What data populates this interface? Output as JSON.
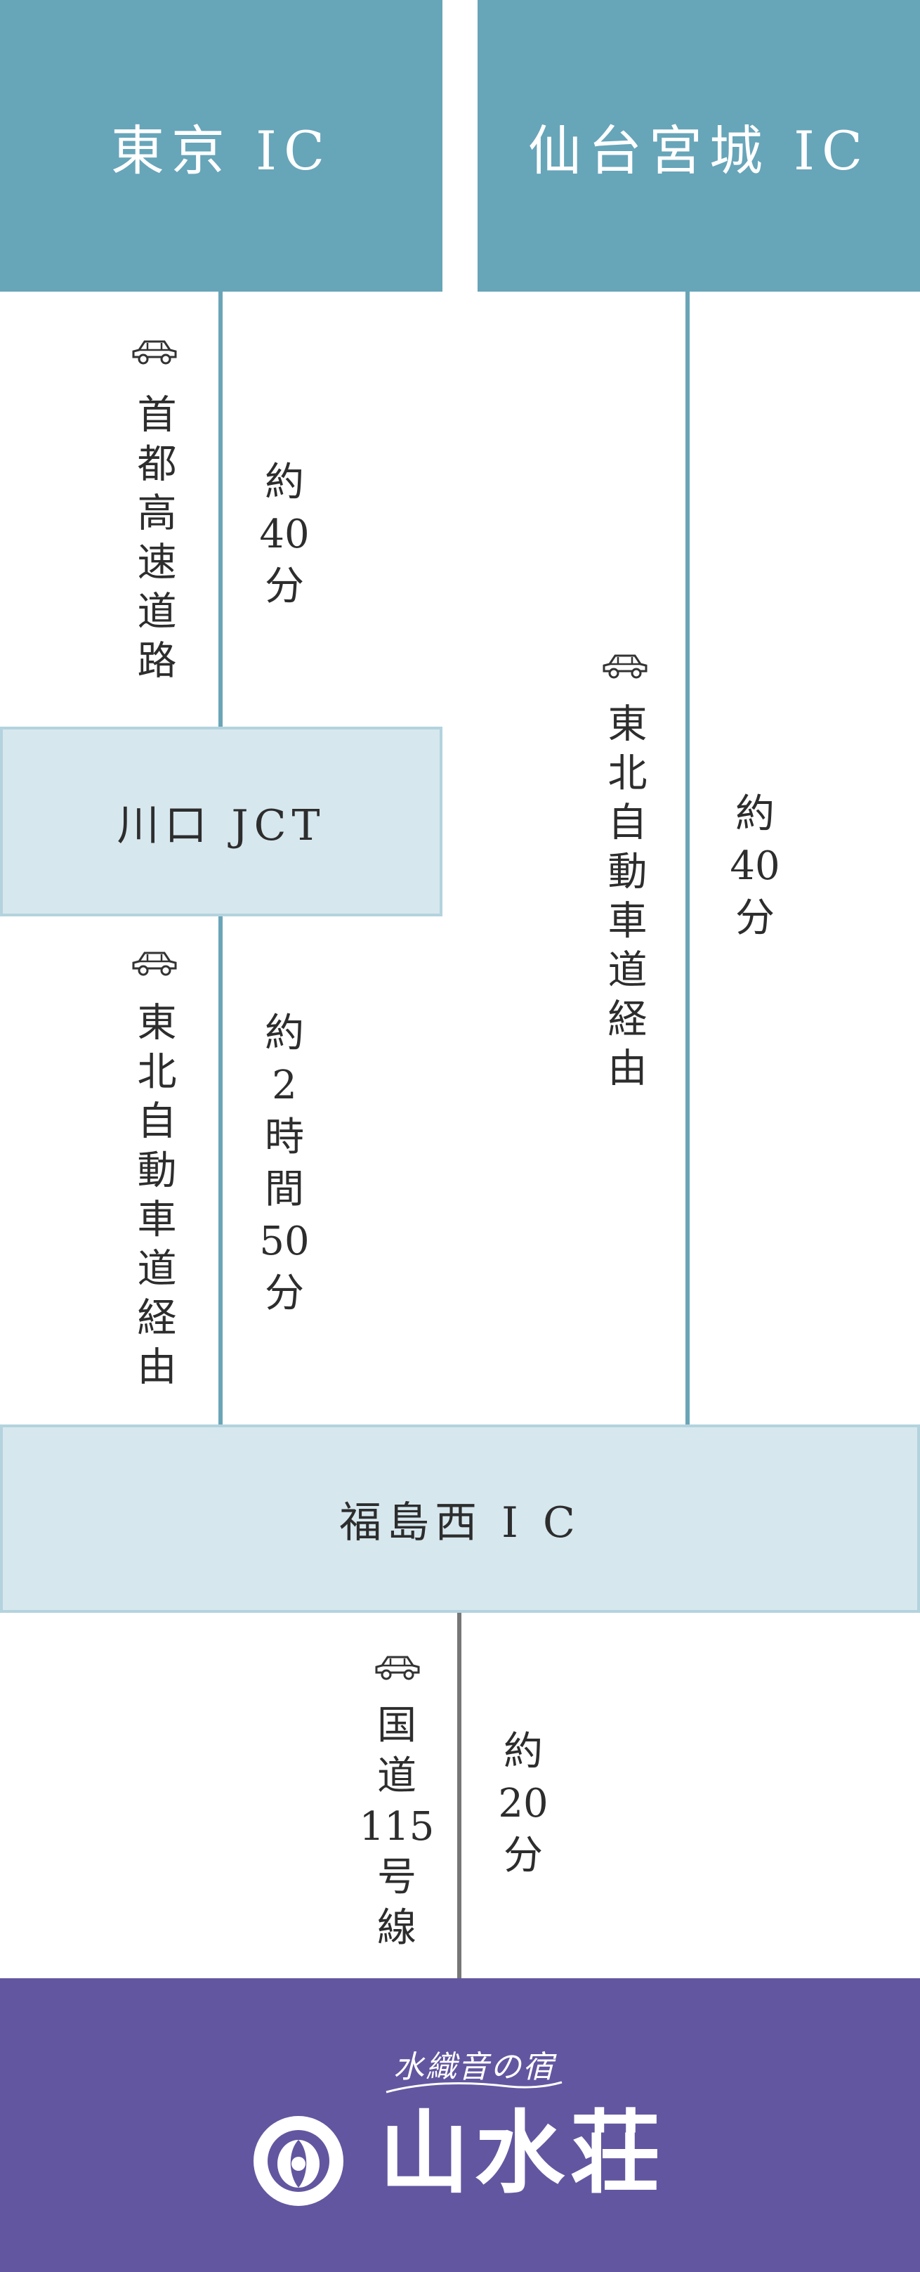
{
  "nodes": {
    "tokyo_ic": "東京 IC",
    "sendai_ic": "仙台宮城 IC",
    "kawaguchi_jct": "川口 JCT",
    "fukushima_nishi_ic": "福島西 I C"
  },
  "routes": {
    "tokyo_to_kawaguchi": {
      "road": "首都高速道路",
      "time": [
        "約",
        "40",
        "分"
      ]
    },
    "kawaguchi_to_fukushima": {
      "road": "東北自動車道経由",
      "time": [
        "約",
        "2",
        "時",
        "間",
        "50",
        "分"
      ]
    },
    "sendai_to_fukushima": {
      "road": "東北自動車道経由",
      "time": [
        "約",
        "40",
        "分"
      ]
    },
    "fukushima_to_hotel": {
      "road_top": "国",
      "road_top2": "道",
      "road_num": "115",
      "road_bottom": "号",
      "road_bottom2": "線",
      "time": [
        "約",
        "20",
        "分"
      ]
    }
  },
  "logo": {
    "tagline": "水織音の宿",
    "name": "山水荘"
  },
  "icons": {
    "car": "car-icon",
    "crest": "crest-icon"
  },
  "colors": {
    "dark_box": "#67a5b9",
    "light_box": "#d7e7ee",
    "footer": "#6356a0",
    "line_blue": "#6aa5b7",
    "line_gray": "#777777"
  }
}
